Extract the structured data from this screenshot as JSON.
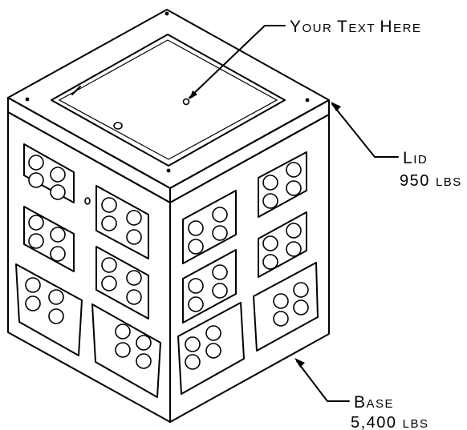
{
  "callouts": {
    "text": {
      "first": "Y",
      "rest": "OUR ",
      "first2": "T",
      "rest2": "EXT ",
      "first3": "H",
      "rest3": "ERE"
    },
    "lid": {
      "first": "L",
      "rest": "ID",
      "weight_num": "950 ",
      "weight_unit": "LBS"
    },
    "base": {
      "first": "B",
      "rest": "ASE",
      "weight_num": "5,400 ",
      "weight_unit": "LBS"
    }
  }
}
